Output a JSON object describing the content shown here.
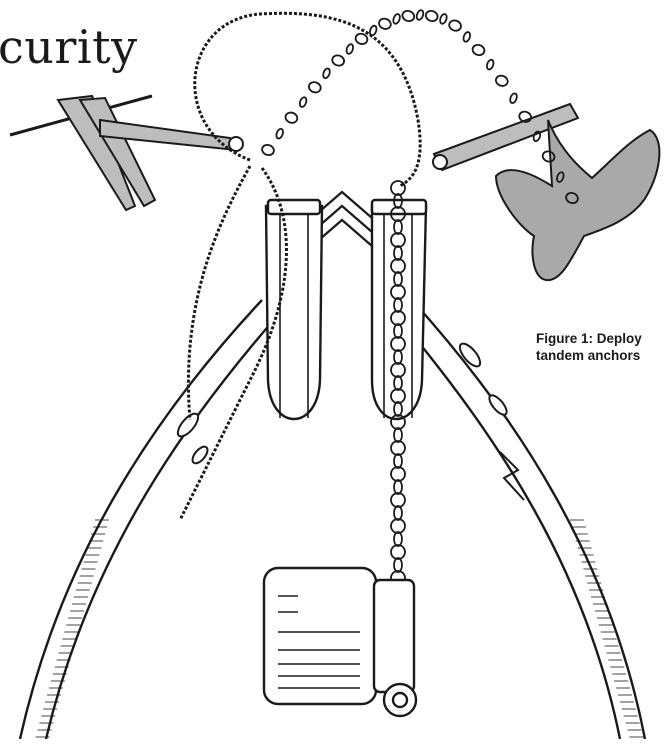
{
  "heading": {
    "text": "curity"
  },
  "caption": {
    "line1": "Figure 1: Deploy",
    "line2": "tandem anchors"
  },
  "colors": {
    "ink": "#1a1a1a",
    "anchor_fill": "#bdbdbd",
    "fluke_fill": "#a9a9a9",
    "hull_fill": "#ffffff",
    "background": "#ffffff"
  },
  "illustration": {
    "items": [
      "hull-outline",
      "danforth-anchor",
      "plow-anchor",
      "bow-roller-left",
      "bow-roller-right",
      "anchor-chain",
      "anchor-rode",
      "windlass"
    ]
  }
}
